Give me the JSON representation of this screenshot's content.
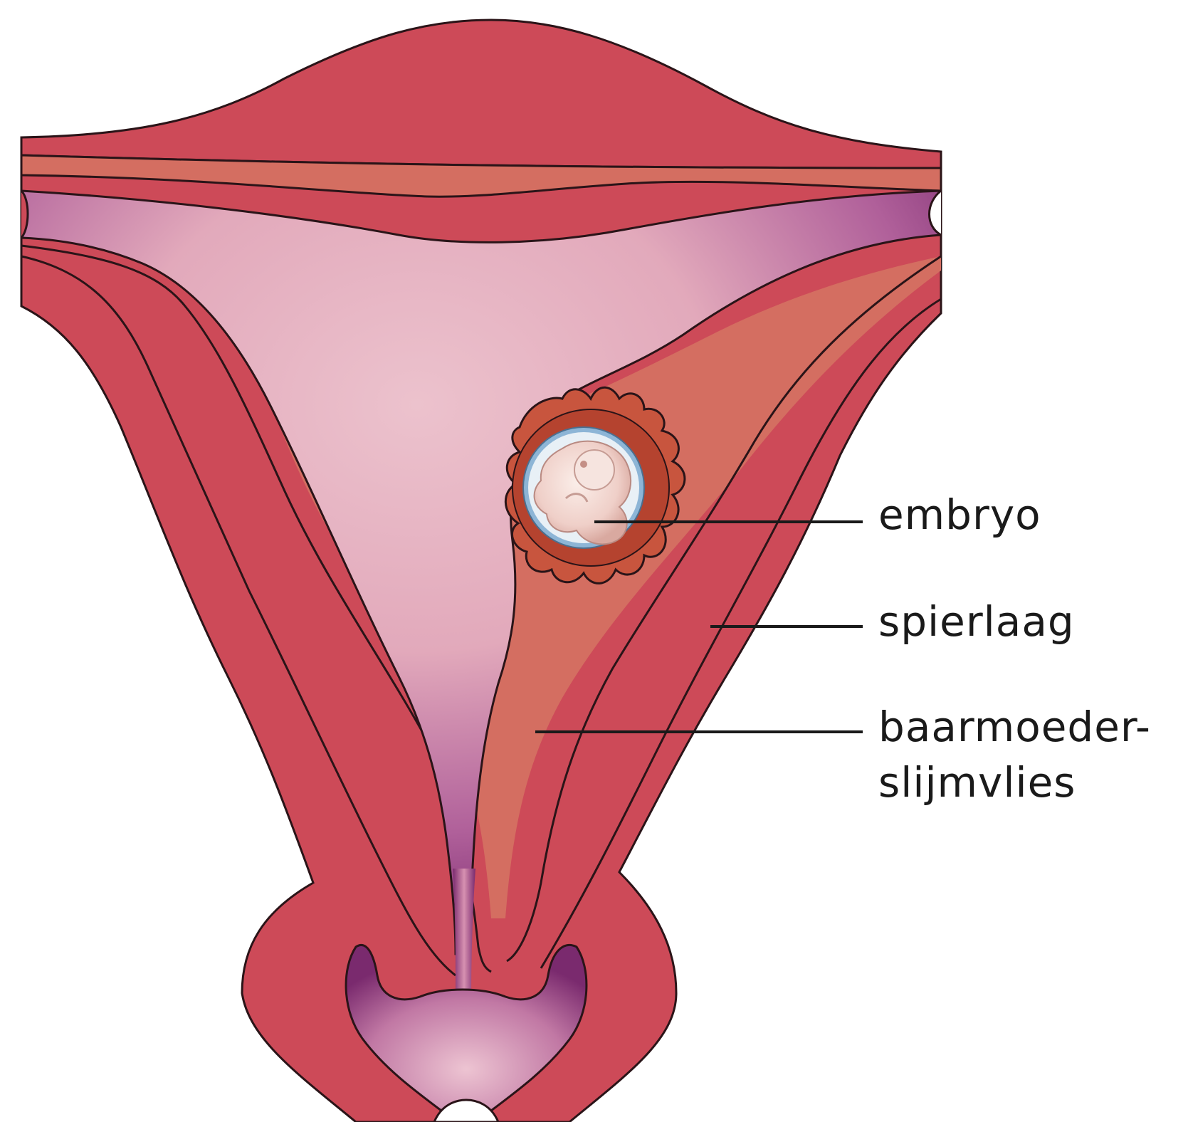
{
  "labels": {
    "embryo": "embryo",
    "spierlaag": "spierlaag",
    "slijmvlies_line1": "baarmoeder-",
    "slijmvlies_line2": "slijmvlies"
  },
  "colors": {
    "muscle": "#cd4a58",
    "endometrium": "#d46e61",
    "cavity_dark": "#7a2a6e",
    "cavity_light": "#e9b7c4",
    "outline": "#2a1418",
    "embryo_skin": "#f3dcd8",
    "amnion": "#7fa9cc",
    "chorion": "#c8553e"
  }
}
